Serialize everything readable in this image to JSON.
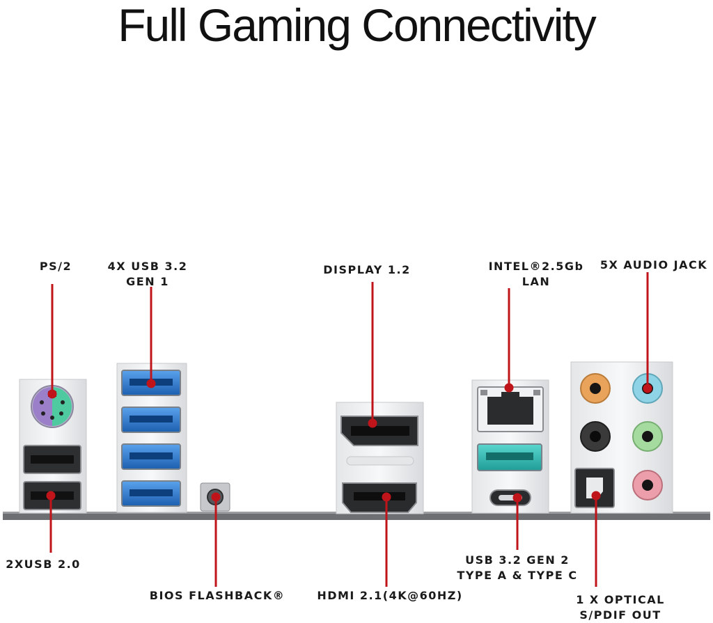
{
  "title": "Full Gaming Connectivity",
  "labels": {
    "ps2": "PS/2",
    "usb32_gen1_line1": "4X USB 3.2",
    "usb32_gen1_line2": "GEN 1",
    "display": "DISPLAY 1.2",
    "lan_line1": "INTEL®2.5Gb",
    "lan_line2": "LAN",
    "audio": "5X AUDIO JACK",
    "usb20": "2XUSB 2.0",
    "bios": "BIOS FLASHBACK®",
    "hdmi": "HDMI 2.1(4K@60HZ)",
    "usb32_gen2_line1": "USB 3.2 GEN 2",
    "usb32_gen2_line2": "TYPE A & TYPE C",
    "optical_line1": "1 X OPTICAL",
    "optical_line2": "S/PDIF OUT"
  },
  "colors": {
    "callout_line": "#c0141b",
    "usb3_blue": "#2d7fd8",
    "usb_gen2_teal": "#2bb8b0",
    "ps2_purple": "#9b7fc9",
    "ps2_green": "#4fc9a0",
    "audio_orange": "#e9a35a",
    "audio_blue": "#8fd3e6",
    "audio_black": "#3a3a3a",
    "audio_green": "#a6dba0",
    "audio_pink": "#ec9fab"
  }
}
